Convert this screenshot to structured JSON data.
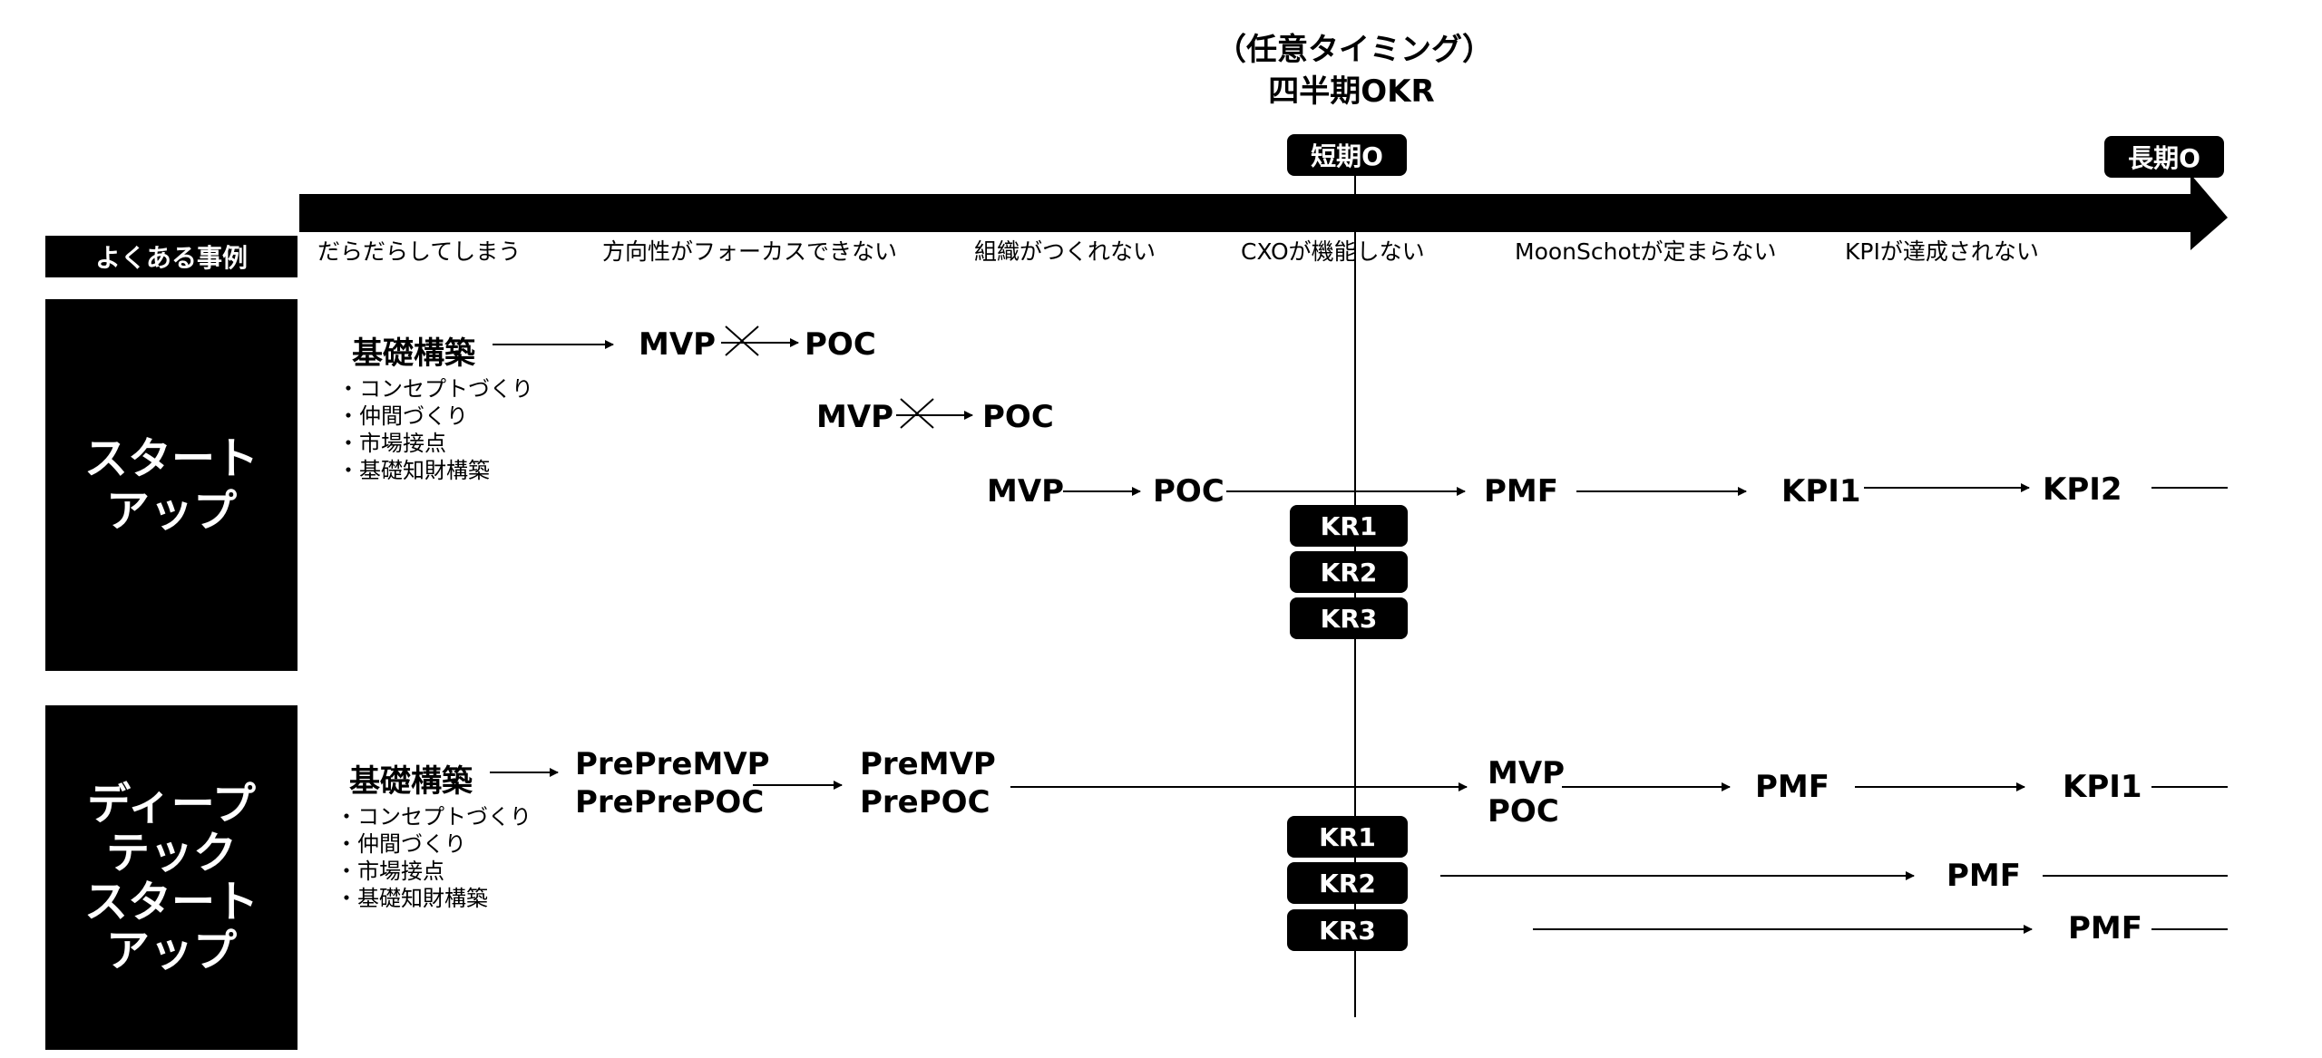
{
  "header": {
    "timing_line1": "（任意タイミング）",
    "timing_line2": "四半期OKR",
    "short_o": "短期O",
    "long_o": "長期O"
  },
  "examples": {
    "label": "よくある事例",
    "items": [
      "だらだらしてしまう",
      "方向性がフォーカスできない",
      "組織がつくれない",
      "CXOが機能しない",
      "MoonSchotが定まらない",
      "KPIが達成されない"
    ]
  },
  "startup": {
    "lane_label_line1": "スタート",
    "lane_label_line2": "アップ",
    "foundation": "基礎構築",
    "bullets": [
      "コンセプトづくり",
      "仲間づくり",
      "市場接点",
      "基礎知財構築"
    ],
    "row1": {
      "a": "MVP",
      "b": "POC"
    },
    "row2": {
      "a": "MVP",
      "b": "POC"
    },
    "row3": {
      "a": "MVP",
      "b": "POC",
      "c": "PMF",
      "d": "KPI1",
      "e": "KPI2"
    },
    "krs": [
      "KR1",
      "KR2",
      "KR3"
    ]
  },
  "deeptech": {
    "lane_label_lines": [
      "ディープ",
      "テック",
      "スタート",
      "アップ"
    ],
    "foundation": "基礎構築",
    "bullets": [
      "コンセプトづくり",
      "仲間づくり",
      "市場接点",
      "基礎知財構築"
    ],
    "prepre": {
      "line1": "PrePreMVP",
      "line2": "PrePrePOC"
    },
    "pre": {
      "line1": "PreMVP",
      "line2": "PrePOC"
    },
    "mvppoc": {
      "line1": "MVP",
      "line2": "POC"
    },
    "pmf1": "PMF",
    "kpi1": "KPI1",
    "pmf2": "PMF",
    "pmf3": "PMF",
    "krs": [
      "KR1",
      "KR2",
      "KR3"
    ]
  }
}
